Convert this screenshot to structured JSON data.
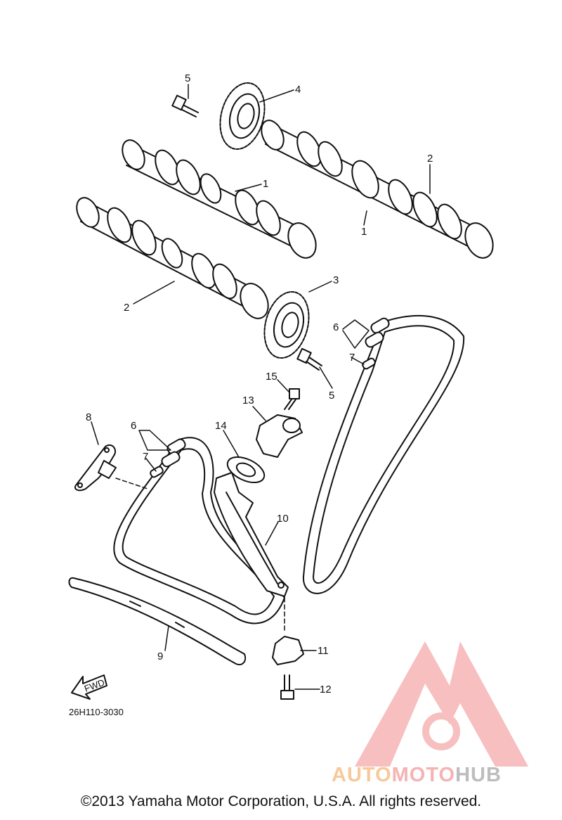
{
  "diagram": {
    "callouts": {
      "c1a": "1",
      "c1b": "1",
      "c2a": "2",
      "c2b": "2",
      "c3": "3",
      "c4": "4",
      "c5a": "5",
      "c5b": "5",
      "c6a": "6",
      "c6b": "6",
      "c7a": "7",
      "c7b": "7",
      "c8": "8",
      "c9": "9",
      "c10": "10",
      "c11": "11",
      "c12": "12",
      "c13": "13",
      "c14": "14",
      "c15": "15"
    },
    "fwd_label": "FWD",
    "drawing_code": "26H110-3030"
  },
  "watermark": {
    "part1": "AUTO",
    "part2": "MOTO",
    "part3": "HUB",
    "colors": {
      "auto": "#f7c99a",
      "moto": "#f6b3b3",
      "hub": "#bdbdbd",
      "logo": "#f28b8b"
    }
  },
  "footer": {
    "copyright": "©2013 Yamaha Motor Corporation, U.S.A. All rights reserved."
  }
}
